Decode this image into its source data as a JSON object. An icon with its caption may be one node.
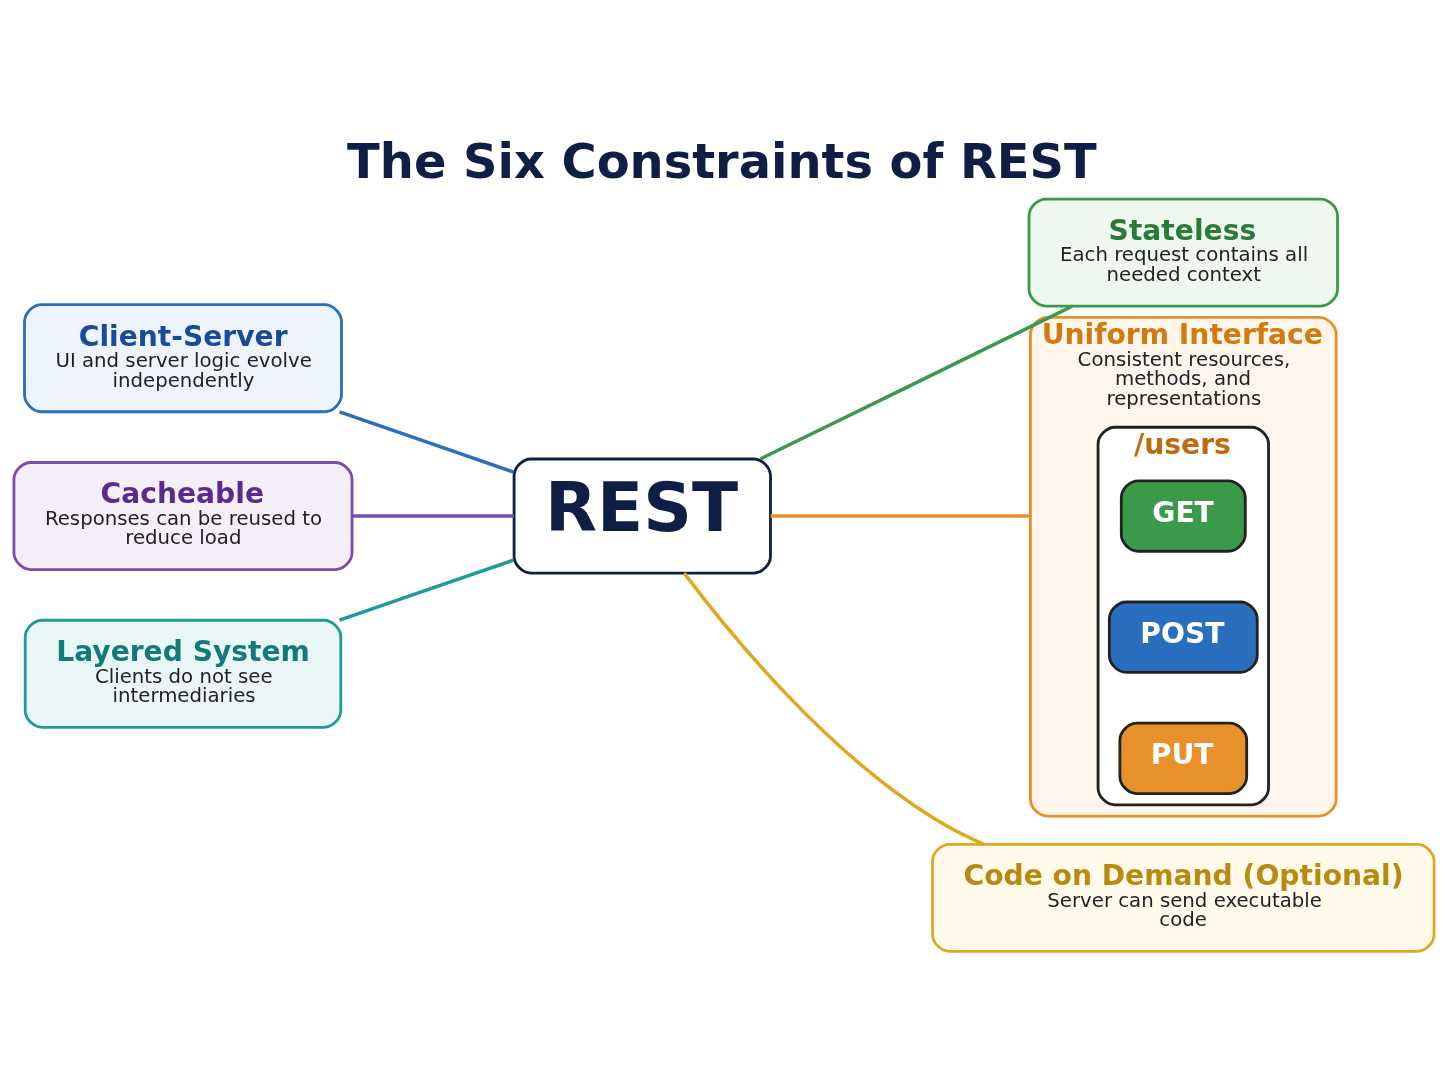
{
  "diagram": {
    "title": "The Six Constraints of REST",
    "nodes": [
      {
        "text": [
          "Client-Server",
          "UI and server logic evolve independently"
        ]
      },
      {
        "text": [
          "Stateless",
          "Each request contains all needed context"
        ]
      },
      {
        "text": [
          "Cacheable",
          "Responses can be reused to reduce load"
        ]
      },
      {
        "text": [
          "REST"
        ]
      },
      {
        "text": [
          "Uniform Interface",
          "Consistent resources, methods, and representations"
        ]
      },
      {
        "text": [
          "/users"
        ],
        "in": 4
      },
      {
        "text": [
          "GET"
        ],
        "in": 5
      },
      {
        "text": [
          "POST"
        ],
        "in": 5
      },
      {
        "text": [
          "PUT"
        ],
        "in": 5
      },
      {
        "text": [
          "Layered System",
          "Clients do not see intermediaries"
        ]
      },
      {
        "text": [
          "Code on Demand (Optional)",
          "Server can send executable code"
        ]
      }
    ],
    "edges": [
      {
        "from": 0,
        "to": 3,
        "arrow": "none",
        "color": "#2a6ebf"
      },
      {
        "from": 3,
        "to": 1,
        "arrow": "none",
        "color": "#3a9a4a"
      },
      {
        "from": 2,
        "to": 3,
        "arrow": "none",
        "color": "#7a4bb0"
      },
      {
        "from": 3,
        "to": 4,
        "arrow": "none",
        "color": "#e8902a"
      },
      {
        "from": 9,
        "to": 3,
        "arrow": "none",
        "color": "#1f9a9a"
      },
      {
        "from": 3,
        "to": 10,
        "arrow": "none",
        "color": "#e0a820"
      }
    ]
  }
}
